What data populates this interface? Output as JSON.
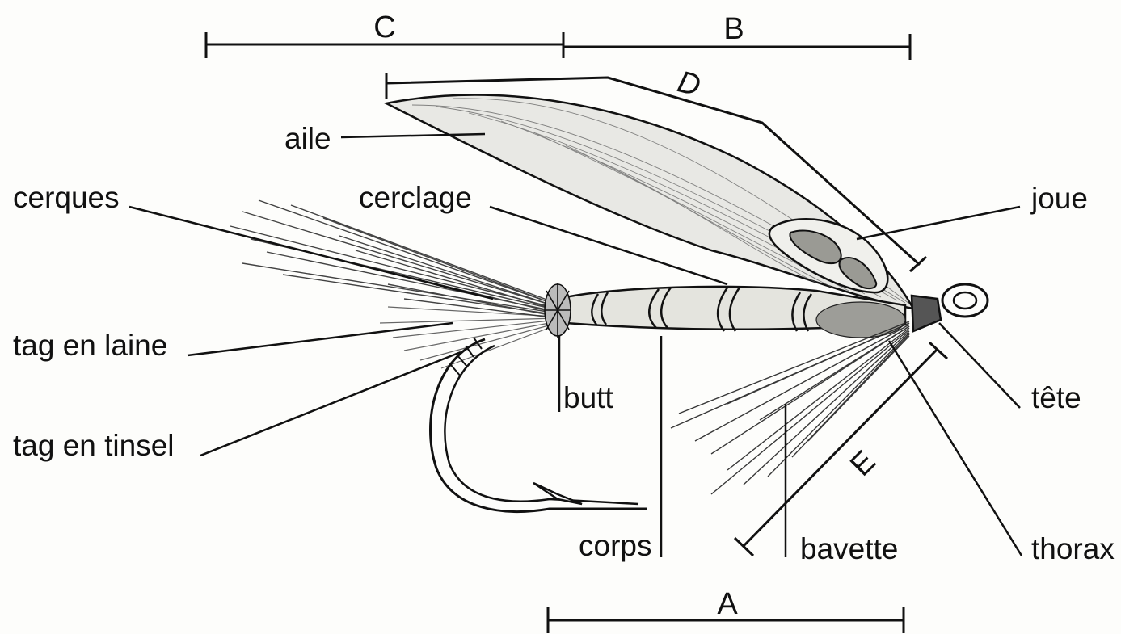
{
  "diagram": {
    "parts": {
      "aile": "aile",
      "cerques": "cerques",
      "cerclage": "cerclage",
      "joue": "joue",
      "tag_en_laine": "tag en laine",
      "tag_en_tinsel": "tag en tinsel",
      "butt": "butt",
      "tete": "tête",
      "corps": "corps",
      "bavette": "bavette",
      "thorax": "thorax"
    },
    "dimensions": {
      "a": "A",
      "b": "B",
      "c": "C",
      "d": "D",
      "e": "E"
    }
  },
  "colors": {
    "ink": "#111111",
    "background": "#fdfdfb",
    "shade": "#c8c8c8"
  }
}
